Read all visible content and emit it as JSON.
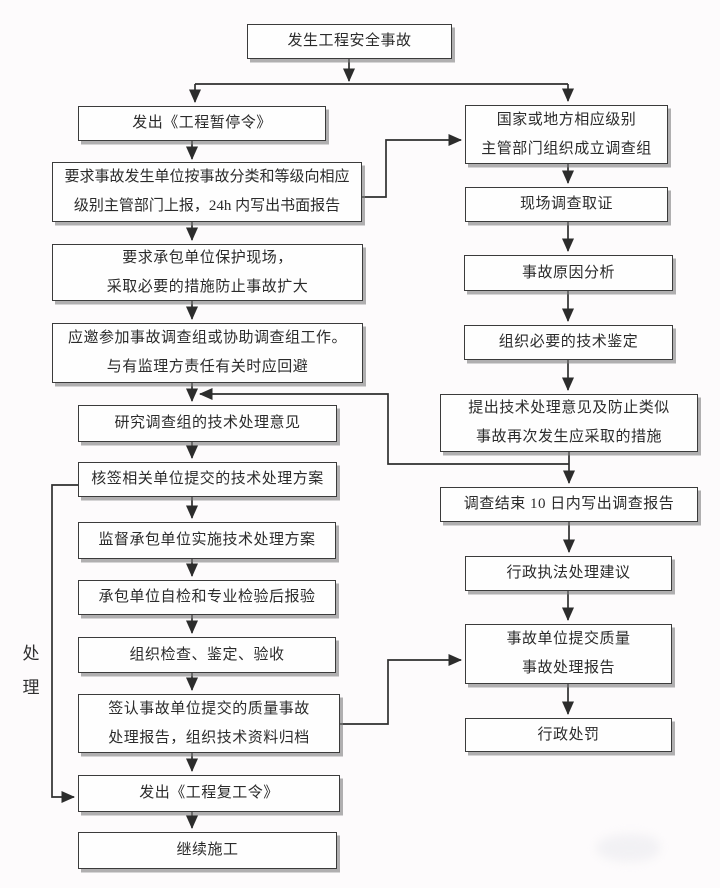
{
  "flowchart": {
    "start": "发生工程安全事故",
    "side_label": "处\n理",
    "left_column": [
      "发出《工程暂停令》",
      "要求事故发生单位按事故分类和等级向相应\n级别主管部门上报，24h 内写出书面报告",
      "要求承包单位保护现场，\n采取必要的措施防止事故扩大",
      "应邀参加事故调查组或协助调查组工作。\n与有监理方责任有关时应回避",
      "研究调查组的技术处理意见",
      "核签相关单位提交的技术处理方案",
      "监督承包单位实施技术处理方案",
      "承包单位自检和专业检验后报验",
      "组织检查、鉴定、验收",
      "签认事故单位提交的质量事故\n处理报告，组织技术资料归档",
      "发出《工程复工令》",
      "继续施工"
    ],
    "right_column": [
      "国家或地方相应级别\n主管部门组织成立调查组",
      "现场调查取证",
      "事故原因分析",
      "组织必要的技术鉴定",
      "提出技术处理意见及防止类似\n事故再次发生应采取的措施",
      "调查结束 10 日内写出调查报告",
      "行政执法处理建议",
      "事故单位提交质量\n事故处理报告",
      "行政处罚"
    ]
  }
}
